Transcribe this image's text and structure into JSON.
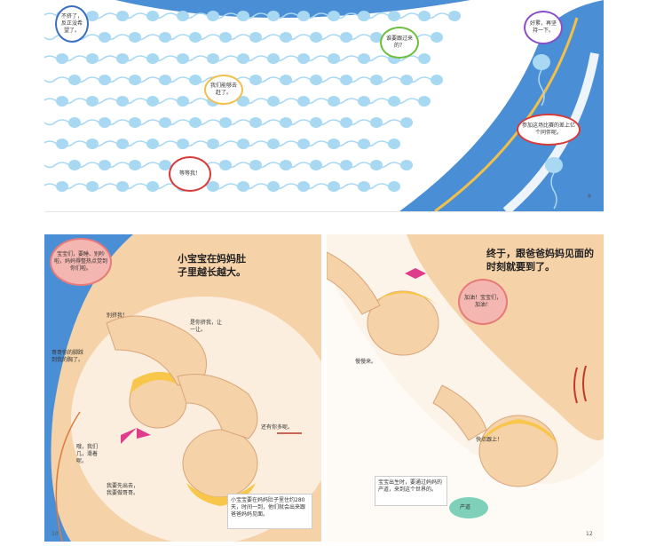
{
  "top_spread": {
    "bubbles": [
      "不挤了，反正没希望了。",
      "谁要跟过来的？",
      "我们能够去赶了。",
      "等等我！",
      "好累，再坚持一下。",
      "参加这场比赛的差上亿个同伴呢。"
    ],
    "page_number": "8"
  },
  "bottom_left": {
    "title": "小宝宝在妈妈肚子里越长越大。",
    "bubble": "宝宝们，要睡、别吵啦，妈妈得整热点觉到你们啦。",
    "labels": [
      "别挤我！",
      "是你挤我，让一让。",
      "哥哥你的脚踩到我的胸了。",
      "还有你多呢。",
      "哦，我们几，滑着呢。",
      "我要先出去，我要做哥哥。"
    ],
    "caption": "小宝宝要在妈妈肚子里住约280天，时间一到，他们就会出来跟爸爸妈妈见面。",
    "page_number": "10"
  },
  "bottom_right": {
    "title": "终于，跟爸爸妈妈见面的时刻就要到了。",
    "bubble": "加油！宝宝们，加油！",
    "labels": [
      "慢慢来。",
      "快点跟上！",
      "产道"
    ],
    "caption": "宝宝出生时，要通过妈妈的产道，来到这个世界的。",
    "page_number": "12"
  },
  "colors": {
    "sky_blue": "#4a8fd6",
    "sperm_blue": "#a8d8f2",
    "skin": "#f6d2a8",
    "cream": "#fbeede",
    "bow_pink": "#e03c8c",
    "hair_yellow": "#f7c64a"
  }
}
